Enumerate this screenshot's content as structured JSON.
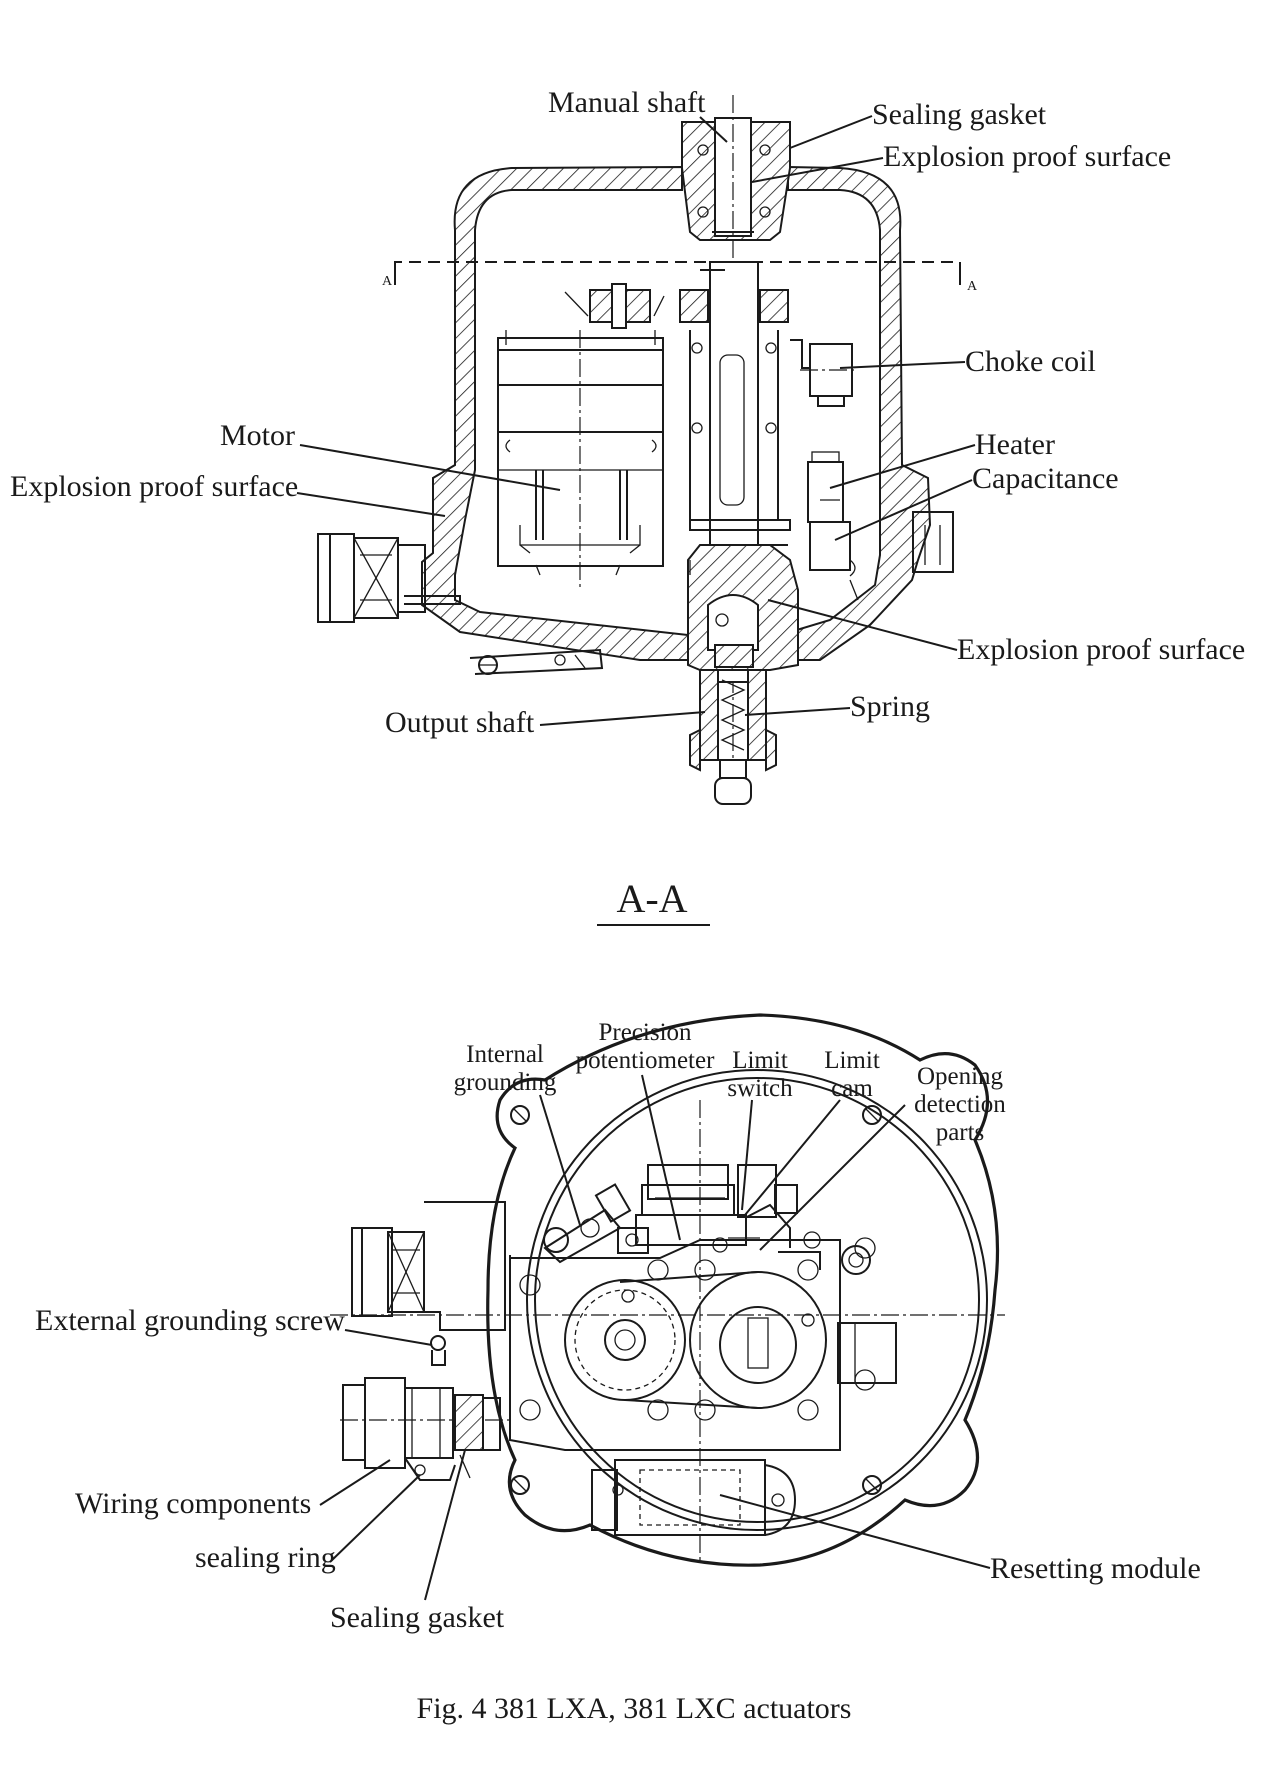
{
  "top_view": {
    "labels": {
      "manual_shaft": "Manual shaft",
      "sealing_gasket": "Sealing gasket",
      "explosion_proof_surface_top": "Explosion proof surface",
      "choke_coil": "Choke coil",
      "motor": "Motor",
      "explosion_proof_surface_left": "Explosion proof surface",
      "heater": "Heater",
      "capacitance": "Capacitance",
      "explosion_proof_surface_right": "Explosion proof surface",
      "output_shaft": "Output shaft",
      "spring": "Spring",
      "section_mark": "A"
    }
  },
  "section_title": "A-A",
  "bottom_view": {
    "labels": {
      "internal_grounding_1": "Internal",
      "internal_grounding_2": "grounding",
      "precision_potentiometer_1": "Precision",
      "precision_potentiometer_2": "potentiometer",
      "limit_switch_1": "Limit",
      "limit_switch_2": "switch",
      "limit_cam_1": "Limit",
      "limit_cam_2": "cam",
      "opening_detection_1": "Opening",
      "opening_detection_2": "detection",
      "opening_detection_3": "parts",
      "external_grounding_screw": "External grounding screw",
      "wiring_components": "Wiring components",
      "sealing_ring": "sealing ring",
      "sealing_gasket": "Sealing gasket",
      "resetting_module": "Resetting module"
    }
  },
  "caption": "Fig. 4 381 LXA, 381 LXC actuators"
}
